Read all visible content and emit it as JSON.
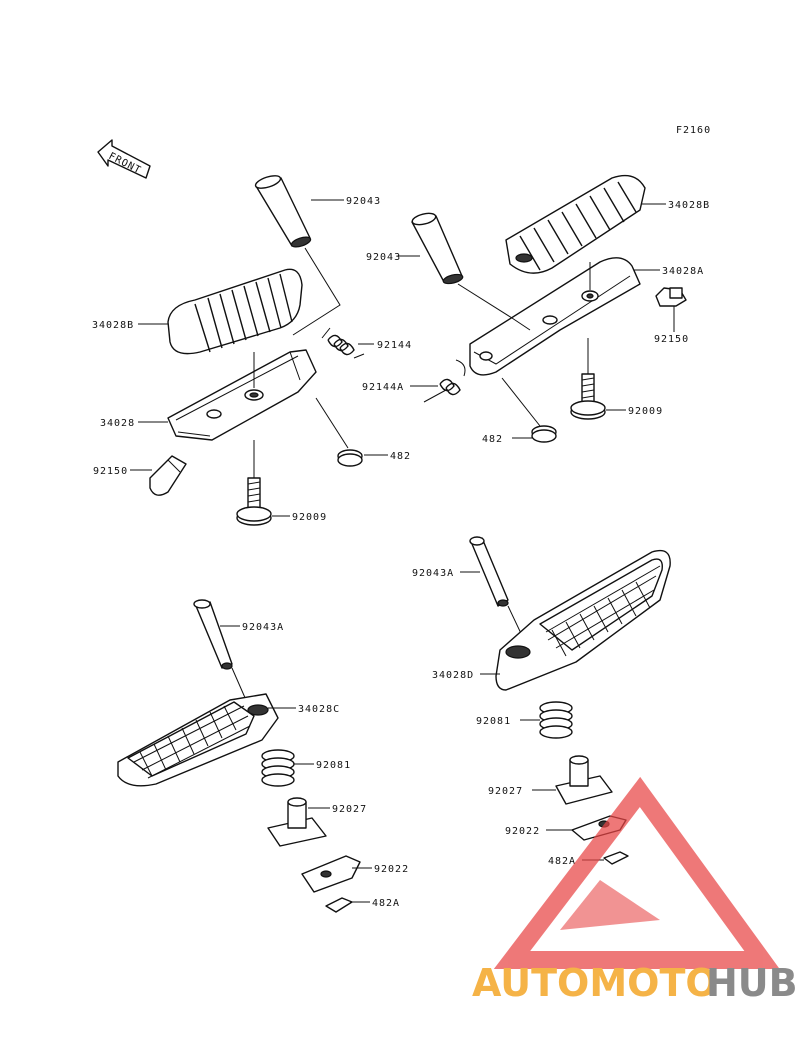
{
  "figure_code": "F2160",
  "front_arrow_label": "FRONT",
  "parts": {
    "p92043_top_left": "92043",
    "p34028b_left": "34028B",
    "p92144": "92144",
    "p34028": "34028",
    "p482_left": "482",
    "p92150_left": "92150",
    "p92009_left": "92009",
    "p92043_top_right": "92043",
    "p34028b_right": "34028B",
    "p34028a": "34028A",
    "p92150_right": "92150",
    "p92144a": "92144A",
    "p92009_right": "92009",
    "p482_right": "482",
    "p92043a_right": "92043A",
    "p34028d": "34028D",
    "p92081_right": "92081",
    "p92027_right": "92027",
    "p92022_right": "92022",
    "p482a_right": "482A",
    "p92043a_left": "92043A",
    "p34028c": "34028C",
    "p92081_left": "92081",
    "p92027_left": "92027",
    "p92022_left": "92022",
    "p482a_left": "482A"
  },
  "watermark": {
    "brand_part1": "AUTOMOTO",
    "brand_part2": "HUB",
    "triangle_color": "#e84545",
    "brand_color_1": "#f5b347",
    "brand_color_2": "#8a8a8a"
  }
}
